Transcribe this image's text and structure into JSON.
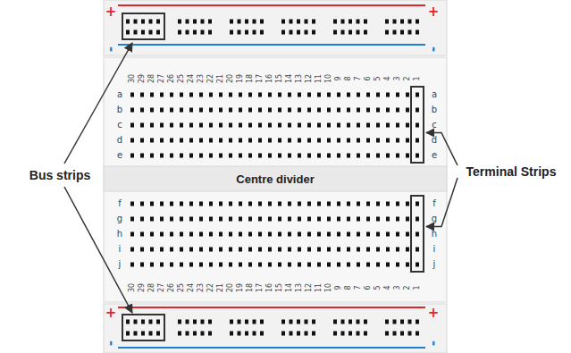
{
  "diagram": {
    "labels": [
      "+",
      "+",
      "-",
      "-",
      "30",
      "29",
      "28",
      "27",
      "26",
      "25",
      "24",
      "23",
      "22",
      "21",
      "20",
      "19",
      "18",
      "17",
      "16",
      "15",
      "14",
      "13",
      "12",
      "11",
      "10",
      "9",
      "8",
      "7",
      "6",
      "5",
      "4",
      "3",
      "2",
      "1",
      "a",
      "a",
      "b",
      "b",
      "c",
      "c",
      "d",
      "d",
      "e",
      "e",
      "Bus strips",
      "Centre divider",
      "Terminal Strips",
      "f",
      "f",
      "g",
      "g",
      "h",
      "h",
      "i",
      "i",
      "j",
      "j",
      "30",
      "29",
      "28",
      "27",
      "26",
      "25",
      "24",
      "23",
      "22",
      "21",
      "20",
      "19",
      "18",
      "17",
      "16",
      "15",
      "14",
      "13",
      "12",
      "11",
      "10",
      "9",
      "8",
      "7",
      "6",
      "5",
      "4",
      "3",
      "2",
      "1",
      "+",
      "+",
      "-",
      "-"
    ]
  }
}
